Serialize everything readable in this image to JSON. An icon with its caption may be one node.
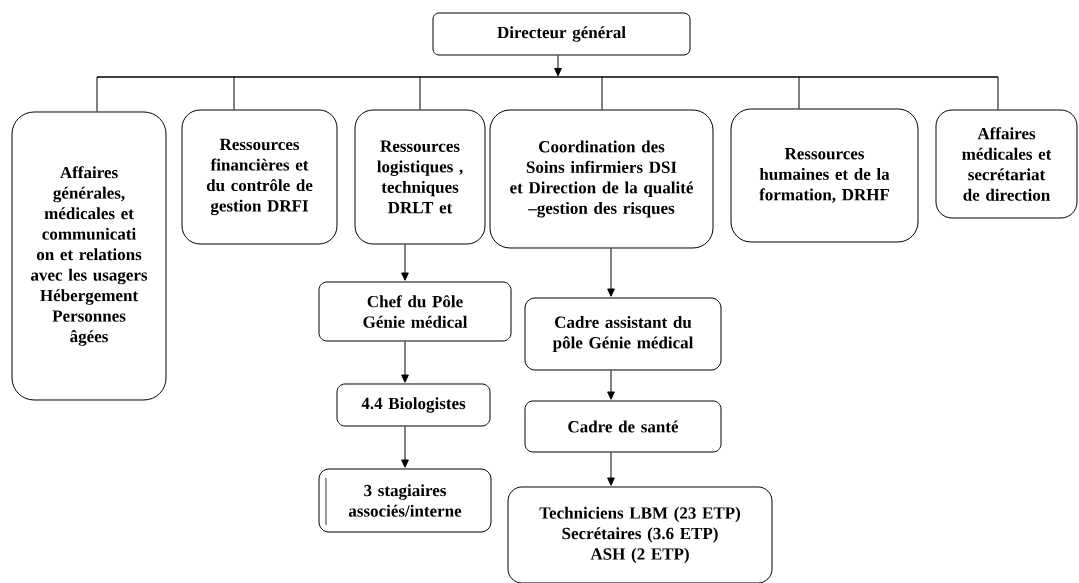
{
  "diagram": {
    "nodes": [
      {
        "text": [
          "Directeur général"
        ]
      },
      {
        "text": [],
        "shape": "bar"
      },
      {
        "text": [
          "Affaires générales, médicales et communicati on et relations avec les usagers Hébergement Personnes âgées"
        ]
      },
      {
        "text": [
          "Ressources financières et du contrôle de gestion DRFI"
        ]
      },
      {
        "text": [
          "Ressources logistiques , techniques DRLT et"
        ]
      },
      {
        "text": [
          "Coordination des Soins infirmiers DSI et Direction de la qualité –gestion des risques"
        ]
      },
      {
        "text": [
          "Ressources humaines et de la formation, DRHF"
        ]
      },
      {
        "text": [
          "Affaires médicales et secrétariat de direction"
        ]
      },
      {
        "text": [
          "Chef du Pôle Génie médical"
        ]
      },
      {
        "text": [
          "Cadre assistant du pôle Génie médical"
        ]
      },
      {
        "text": [
          "4.4 Biologistes"
        ]
      },
      {
        "text": [
          "Cadre de santé"
        ]
      },
      {
        "text": [
          "3 stagiaires associés/interne"
        ]
      },
      {
        "text": [
          "Techniciens LBM (23 ETP)",
          "Secrétaires (3.6 ETP)",
          "ASH (2 ETP)"
        ]
      }
    ],
    "edges": [
      {
        "from": 0,
        "to": 1,
        "arrow": "to"
      },
      {
        "from": 1,
        "to": 2,
        "arrow": "none"
      },
      {
        "from": 1,
        "to": 3,
        "arrow": "none"
      },
      {
        "from": 1,
        "to": 4,
        "arrow": "none"
      },
      {
        "from": 1,
        "to": 5,
        "arrow": "none"
      },
      {
        "from": 1,
        "to": 6,
        "arrow": "none"
      },
      {
        "from": 1,
        "to": 7,
        "arrow": "none"
      },
      {
        "from": 4,
        "to": 8,
        "arrow": "to"
      },
      {
        "from": 5,
        "to": 9,
        "arrow": "to"
      },
      {
        "from": 8,
        "to": 10,
        "arrow": "to"
      },
      {
        "from": 10,
        "to": 12,
        "arrow": "to"
      },
      {
        "from": 9,
        "to": 11,
        "arrow": "to"
      },
      {
        "from": 11,
        "to": 13,
        "arrow": "to"
      }
    ]
  }
}
